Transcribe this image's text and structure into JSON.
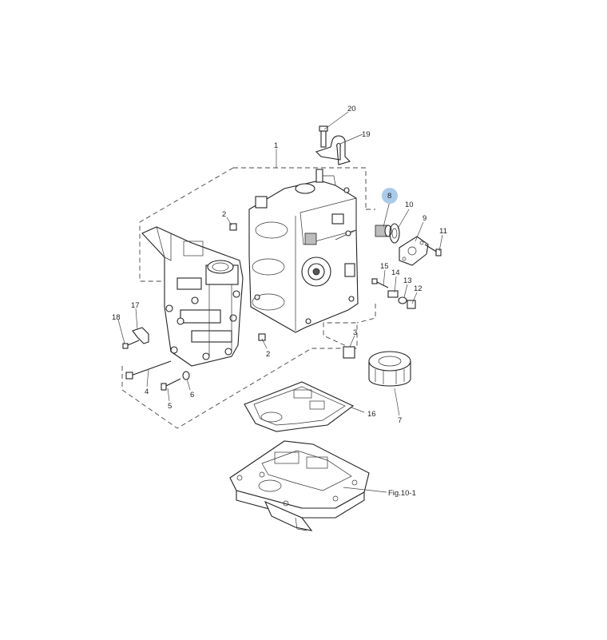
{
  "callouts": [
    {
      "id": "c20",
      "text": "20"
    },
    {
      "id": "c19",
      "text": "19"
    },
    {
      "id": "c1",
      "text": "1"
    },
    {
      "id": "c8",
      "text": "8",
      "highlighted": true
    },
    {
      "id": "c10",
      "text": "10"
    },
    {
      "id": "c9",
      "text": "9"
    },
    {
      "id": "c11",
      "text": "11"
    },
    {
      "id": "c2a",
      "text": "2"
    },
    {
      "id": "c15",
      "text": "15"
    },
    {
      "id": "c14",
      "text": "14"
    },
    {
      "id": "c13",
      "text": "13"
    },
    {
      "id": "c12",
      "text": "12"
    },
    {
      "id": "c17",
      "text": "17"
    },
    {
      "id": "c18",
      "text": "18"
    },
    {
      "id": "c3",
      "text": "3"
    },
    {
      "id": "c2b",
      "text": "2"
    },
    {
      "id": "c4",
      "text": "4"
    },
    {
      "id": "c6",
      "text": "6"
    },
    {
      "id": "c5",
      "text": "5"
    },
    {
      "id": "c7",
      "text": "7"
    },
    {
      "id": "c16",
      "text": "16"
    },
    {
      "id": "cfig",
      "text": "Fig.10-1"
    }
  ],
  "colors": {
    "highlight": "#a9cbea",
    "line": "#222222",
    "background": "#ffffff"
  }
}
